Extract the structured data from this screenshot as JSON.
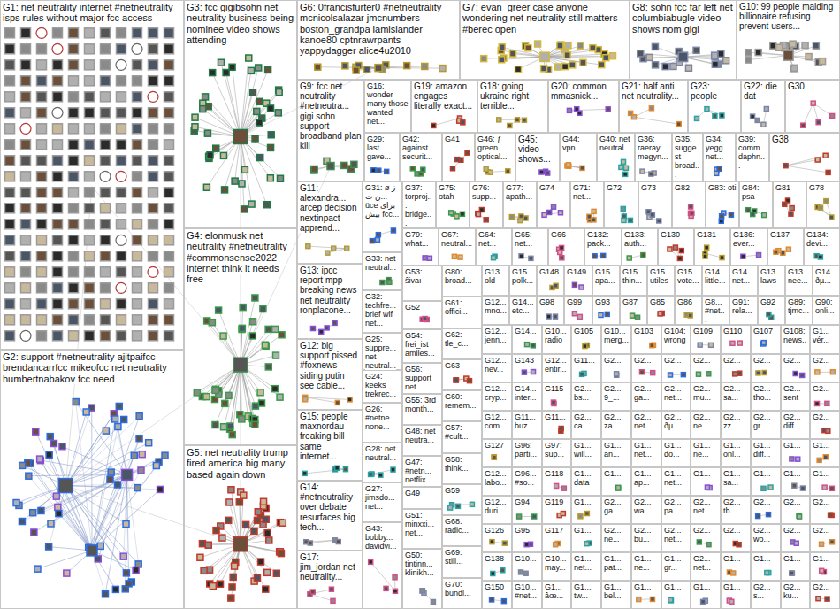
{
  "diagram": {
    "nodes": [
      {
        "text": [
          "G1: net neutrality internet #netneutrality isps rules without major fcc access"
        ]
      },
      {
        "text": [
          "G2: support #netneutrality ajitpaifcc brendancarrfcc mikeofcc net neutrality humbertnabakov fcc need"
        ]
      },
      {
        "text": [
          "G3: fcc gigibsohn net neutrality business being nominee video shows attending"
        ]
      },
      {
        "text": [
          "G4: elonmusk net neutrality #netneutrality #commonsense2022 internet think it needs free"
        ]
      },
      {
        "text": [
          "G5: net neutrality trump fired america big many based again down"
        ]
      },
      {
        "text": [
          "G6: 0francisfurter0 #netneutrality mcnicolsalazar jmcnumbers boston_grandpa iamisiander kanoe80 cptnrawrpants yappydagger alice4u2010"
        ]
      },
      {
        "text": [
          "G7: evan_greer case anyone wondering net neutrality still matters #berec open"
        ]
      },
      {
        "text": [
          "G8: sohn fcc far left net columbiabugle video shows nom gigi"
        ]
      },
      {
        "text": [
          "G10: 99 people malding billionaire refusing prevent users..."
        ]
      },
      {
        "text": [
          "G9: fcc net neutrality #netneutra... gigi sohn support broadband plan kill"
        ]
      },
      {
        "text": [
          "G16: wonder many those wanted net..."
        ]
      },
      {
        "text": [
          "G19: amazon engages literally exact..."
        ]
      },
      {
        "text": [
          "G18: going ukraine right terrible..."
        ]
      },
      {
        "text": [
          "G20: common mmasnick..."
        ]
      },
      {
        "text": [
          "G21: half anti net neutrality..."
        ]
      },
      {
        "text": [
          "G23: people"
        ]
      },
      {
        "text": [
          "G22: die dat"
        ]
      },
      {
        "text": [
          "G30"
        ]
      },
      {
        "text": [
          "G29: last gave..."
        ]
      },
      {
        "text": [
          "G42: against securit..."
        ]
      },
      {
        "text": [
          "G41"
        ]
      },
      {
        "text": [
          "G46: ƒ green optical..."
        ]
      },
      {
        "text": [
          "G45: video shows..."
        ]
      },
      {
        "text": [
          "G44: vpn"
        ]
      },
      {
        "text": [
          "G40: net neutral..."
        ]
      },
      {
        "text": [
          "G36: raeray... megyn..."
        ]
      },
      {
        "text": [
          "G35: suggest broad..."
        ]
      },
      {
        "text": [
          "G34: yegg net..."
        ]
      },
      {
        "text": [
          "G39: comm... daphn..."
        ]
      },
      {
        "text": [
          "G38"
        ]
      },
      {
        "text": [
          "G11: alexandra... arcep decision nextinpact apprend..."
        ]
      },
      {
        "text": [
          "G13: ipcc report mpp breaking news net neutrality ronplacone..."
        ]
      },
      {
        "text": [
          "G12: big support pissed #foxnews siding putin see cable..."
        ]
      },
      {
        "text": [
          "G15: people maxnordau freaking bill same internet..."
        ]
      },
      {
        "text": [
          "G14: #netneutrality over debate resurfaces big tech..."
        ]
      },
      {
        "text": [
          "G17: jim_jordan net neutrality..."
        ]
      },
      {
        "text": [
          "G31: ø ز ن ت... üce برای بیش fcc..."
        ]
      },
      {
        "text": [
          "G33: net neutral..."
        ]
      },
      {
        "text": [
          "G32: techfre... brief wlf net..."
        ]
      },
      {
        "text": [
          "G25: suppre... net neutral..."
        ]
      },
      {
        "text": [
          "G24: keeks trekrec..."
        ]
      },
      {
        "text": [
          "G26: #netne... none..."
        ]
      },
      {
        "text": [
          "G28: net neutral..."
        ]
      },
      {
        "text": [
          "G27: jimsdo... net..."
        ]
      },
      {
        "text": [
          "G43: bobby... davidvi..."
        ]
      },
      {
        "text": [
          "G37: torproj... bridge..."
        ]
      },
      {
        "text": [
          "G75: otah"
        ]
      },
      {
        "text": [
          "G76: supp..."
        ]
      },
      {
        "text": [
          "G77: apath..."
        ]
      },
      {
        "text": [
          "G74"
        ]
      },
      {
        "text": [
          "G71: net..."
        ]
      },
      {
        "text": [
          "G72"
        ]
      },
      {
        "text": [
          "G73"
        ]
      },
      {
        "text": [
          "G82"
        ]
      },
      {
        "text": [
          "G83: oti"
        ]
      },
      {
        "text": [
          "G84: psa"
        ]
      },
      {
        "text": [
          "G81"
        ]
      },
      {
        "text": [
          "G78"
        ]
      },
      {
        "text": [
          "G79: what..."
        ]
      },
      {
        "text": [
          "G67: neutral..."
        ]
      },
      {
        "text": [
          "G64: net..."
        ]
      },
      {
        "text": [
          "G65: net..."
        ]
      },
      {
        "text": [
          "G66"
        ]
      },
      {
        "text": [
          "G132: pack..."
        ]
      },
      {
        "text": [
          "G133: auth..."
        ]
      },
      {
        "text": [
          "G130"
        ]
      },
      {
        "text": [
          "G131"
        ]
      },
      {
        "text": [
          "G136: ever..."
        ]
      },
      {
        "text": [
          "G137"
        ]
      },
      {
        "text": [
          "G134: devi..."
        ]
      },
      {
        "text": [
          "G53: ŝivaı"
        ]
      },
      {
        "text": [
          "G52"
        ]
      },
      {
        "text": [
          "G54: frei_ist amiles..."
        ]
      },
      {
        "text": [
          "G56: support net..."
        ]
      },
      {
        "text": [
          "G55: 3rd month..."
        ]
      },
      {
        "text": [
          "G48: net neutra..."
        ]
      },
      {
        "text": [
          "G47: #netn... netflix..."
        ]
      },
      {
        "text": [
          "G49"
        ]
      },
      {
        "text": [
          "G51: minxxi... net..."
        ]
      },
      {
        "text": [
          "G50: tintinn... klinikh..."
        ]
      },
      {
        "text": [
          "G80: broad..."
        ]
      },
      {
        "text": [
          "G61: offici..."
        ]
      },
      {
        "text": [
          "G62: tle_c..."
        ]
      },
      {
        "text": [
          "G63"
        ]
      },
      {
        "text": [
          "G60: remem..."
        ]
      },
      {
        "text": [
          "G57: #cult..."
        ]
      },
      {
        "text": [
          "G58: think..."
        ]
      },
      {
        "text": [
          "G59"
        ]
      },
      {
        "text": [
          "G68: radic..."
        ]
      },
      {
        "text": [
          "G69: still..."
        ]
      },
      {
        "text": [
          "G70: bundl..."
        ]
      },
      {
        "text": [
          "G13... old"
        ]
      },
      {
        "text": [
          "G15... polk..."
        ]
      },
      {
        "text": [
          "G148"
        ]
      },
      {
        "text": [
          "G149"
        ]
      },
      {
        "text": [
          "G15... apa..."
        ]
      },
      {
        "text": [
          "G15... thin..."
        ]
      },
      {
        "text": [
          "G15... utiles"
        ]
      },
      {
        "text": [
          "G15... vote..."
        ]
      },
      {
        "text": [
          "G14... little..."
        ]
      },
      {
        "text": [
          "G14... net..."
        ]
      },
      {
        "text": [
          "G13... laws"
        ]
      },
      {
        "text": [
          "G13... nee..."
        ]
      },
      {
        "text": [
          "G14... ðµ..."
        ]
      },
      {
        "text": [
          "G12... mno..."
        ]
      },
      {
        "text": [
          "G14... etc..."
        ]
      },
      {
        "text": [
          "G98"
        ]
      },
      {
        "text": [
          "G99"
        ]
      },
      {
        "text": [
          "G93"
        ]
      },
      {
        "text": [
          "G87"
        ]
      },
      {
        "text": [
          "G85"
        ]
      },
      {
        "text": [
          "G86"
        ]
      },
      {
        "text": [
          "G8... #net..."
        ]
      },
      {
        "text": [
          "G91: rela..."
        ]
      },
      {
        "text": [
          "G92"
        ]
      },
      {
        "text": [
          "G89: tjmc..."
        ]
      },
      {
        "text": [
          "G90: onli..."
        ]
      },
      {
        "text": [
          "G12... jenn..."
        ]
      },
      {
        "text": [
          "G14..."
        ]
      },
      {
        "text": [
          "G10... radio"
        ]
      },
      {
        "text": [
          "G105"
        ]
      },
      {
        "text": [
          "G10... merg..."
        ]
      },
      {
        "text": [
          "G103"
        ]
      },
      {
        "text": [
          "G104: wrong"
        ]
      },
      {
        "text": [
          "G109"
        ]
      },
      {
        "text": [
          "G110"
        ]
      },
      {
        "text": [
          "G107"
        ]
      },
      {
        "text": [
          "G108: news..."
        ]
      },
      {
        "text": [
          "G1... vér..."
        ]
      },
      {
        "text": [
          "G12... nev..."
        ]
      },
      {
        "text": [
          "G143"
        ]
      },
      {
        "text": [
          "G12... entir..."
        ]
      },
      {
        "text": [
          "G11..."
        ]
      },
      {
        "text": [
          "G2..."
        ]
      },
      {
        "text": [
          "G2..."
        ]
      },
      {
        "text": [
          "G2..."
        ]
      },
      {
        "text": [
          "G2..."
        ]
      },
      {
        "text": [
          "G2..."
        ]
      },
      {
        "text": [
          "G2..."
        ]
      },
      {
        "text": [
          "G2..."
        ]
      },
      {
        "text": [
          "G2..."
        ]
      },
      {
        "text": [
          "G12... cryp..."
        ]
      },
      {
        "text": [
          "G14... inter..."
        ]
      },
      {
        "text": [
          "G115"
        ]
      },
      {
        "text": [
          "G2... bs..."
        ]
      },
      {
        "text": [
          "G2... 9_..."
        ]
      },
      {
        "text": [
          "G2... ga..."
        ]
      },
      {
        "text": [
          "G2... net..."
        ]
      },
      {
        "text": [
          "G2... mu..."
        ]
      },
      {
        "text": [
          "G2... sa..."
        ]
      },
      {
        "text": [
          "G2... tho..."
        ]
      },
      {
        "text": [
          "G2... sent"
        ]
      },
      {
        "text": [
          "G2..."
        ]
      },
      {
        "text": [
          "G12... com..."
        ]
      },
      {
        "text": [
          "G11... buz..."
        ]
      },
      {
        "text": [
          "G11..."
        ]
      },
      {
        "text": [
          "G2... ca..."
        ]
      },
      {
        "text": [
          "G2... za..."
        ]
      },
      {
        "text": [
          "G2... net..."
        ]
      },
      {
        "text": [
          "G2... ðµ..."
        ]
      },
      {
        "text": [
          "G2... ne..."
        ]
      },
      {
        "text": [
          "G2... zz..."
        ]
      },
      {
        "text": [
          "G2... gr..."
        ]
      },
      {
        "text": [
          "G2... diff..."
        ]
      },
      {
        "text": [
          "G2..."
        ]
      },
      {
        "text": [
          "G127"
        ]
      },
      {
        "text": [
          "G96: parti..."
        ]
      },
      {
        "text": [
          "G97: sup..."
        ]
      },
      {
        "text": [
          "G1... will..."
        ]
      },
      {
        "text": [
          "G1... an..."
        ]
      },
      {
        "text": [
          "G1... net..."
        ]
      },
      {
        "text": [
          "G1... do..."
        ]
      },
      {
        "text": [
          "G1... ne..."
        ]
      },
      {
        "text": [
          "G1... onl..."
        ]
      },
      {
        "text": [
          "G1... diff..."
        ]
      },
      {
        "text": [
          "G1..."
        ]
      },
      {
        "text": [
          "G1..."
        ]
      },
      {
        "text": [
          "G12... labo..."
        ]
      },
      {
        "text": [
          "G96... #so..."
        ]
      },
      {
        "text": [
          "G118"
        ]
      },
      {
        "text": [
          "G1... data"
        ]
      },
      {
        "text": [
          "G1..."
        ]
      },
      {
        "text": [
          "G1... ap..."
        ]
      },
      {
        "text": [
          "G1... net..."
        ]
      },
      {
        "text": [
          "G1..."
        ]
      },
      {
        "text": [
          "G1... sa..."
        ]
      },
      {
        "text": [
          "G1..."
        ]
      },
      {
        "text": [
          "G1..."
        ]
      },
      {
        "text": [
          "G1..."
        ]
      },
      {
        "text": [
          "G12... duri..."
        ]
      },
      {
        "text": [
          "G94"
        ]
      },
      {
        "text": [
          "G119"
        ]
      },
      {
        "text": [
          "G1..."
        ]
      },
      {
        "text": [
          "G2... ga..."
        ]
      },
      {
        "text": [
          "G2... wa..."
        ]
      },
      {
        "text": [
          "G2... pa..."
        ]
      },
      {
        "text": [
          "G2... net..."
        ]
      },
      {
        "text": [
          "G2... th..."
        ]
      },
      {
        "text": [
          "G2..."
        ]
      },
      {
        "text": [
          "G2..."
        ]
      },
      {
        "text": [
          "G2..."
        ]
      },
      {
        "text": [
          "G126"
        ]
      },
      {
        "text": [
          "G95"
        ]
      },
      {
        "text": [
          "G117"
        ]
      },
      {
        "text": [
          "G1..."
        ]
      },
      {
        "text": [
          "G2... ne..."
        ]
      },
      {
        "text": [
          "G2... bu..."
        ]
      },
      {
        "text": [
          "G2... net..."
        ]
      },
      {
        "text": [
          "G2..."
        ]
      },
      {
        "text": [
          "G2..."
        ]
      },
      {
        "text": [
          "G2... wo..."
        ]
      },
      {
        "text": [
          "G2..."
        ]
      },
      {
        "text": [
          "G2..."
        ]
      },
      {
        "text": [
          "G138"
        ]
      },
      {
        "text": [
          "G10..."
        ]
      },
      {
        "text": [
          "G10... may..."
        ]
      },
      {
        "text": [
          "G1... net..."
        ]
      },
      {
        "text": [
          "G1... pat..."
        ]
      },
      {
        "text": [
          "G1... ne..."
        ]
      },
      {
        "text": [
          "G1... gr..."
        ]
      },
      {
        "text": [
          "G2... net..."
        ]
      },
      {
        "text": [
          "G1..."
        ]
      },
      {
        "text": [
          "G1..."
        ]
      },
      {
        "text": [
          "G1..."
        ]
      },
      {
        "text": [
          "G1..."
        ]
      },
      {
        "text": [
          "G150"
        ]
      },
      {
        "text": [
          "G10... #net..."
        ]
      },
      {
        "text": [
          "G1... âœ..."
        ]
      },
      {
        "text": [
          "G1... tw..."
        ]
      },
      {
        "text": [
          "G1... bel..."
        ]
      },
      {
        "text": [
          "G1..."
        ]
      },
      {
        "text": [
          "G1..."
        ]
      },
      {
        "text": [
          "G1..."
        ]
      },
      {
        "text": [
          "G1..."
        ]
      },
      {
        "text": [
          "G2... s..."
        ]
      },
      {
        "text": [
          "G2... ku..."
        ]
      },
      {
        "text": [
          "G2..."
        ]
      }
    ]
  }
}
